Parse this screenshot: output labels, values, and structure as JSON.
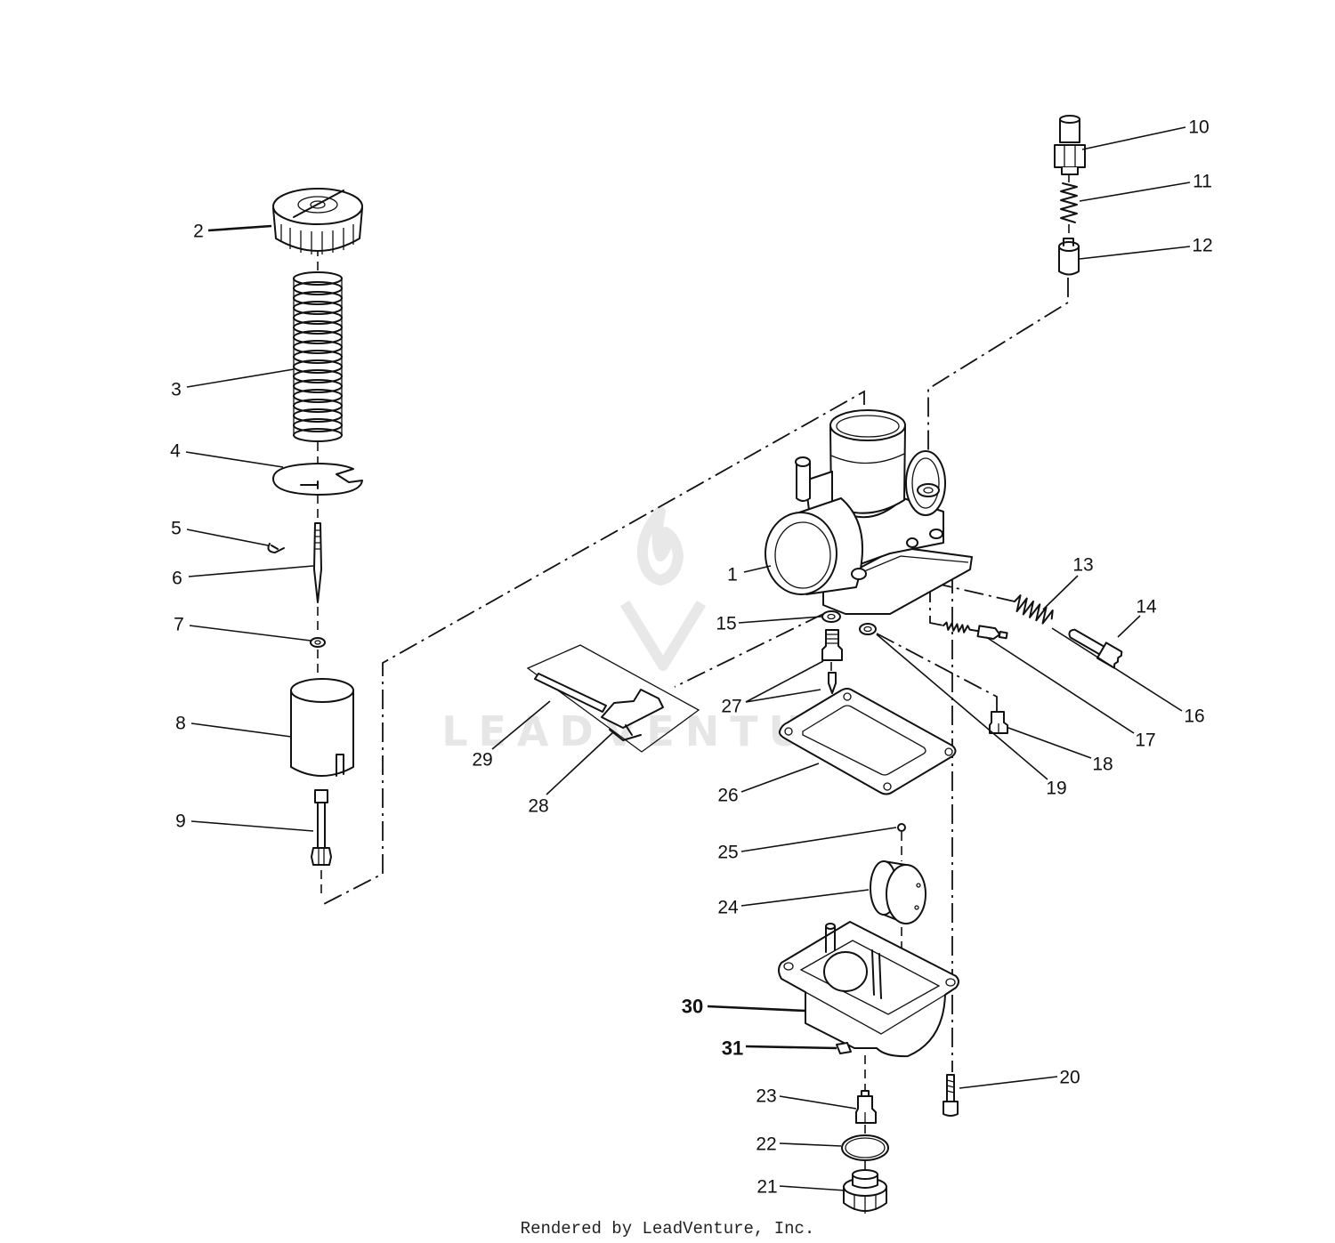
{
  "callouts": [
    "1",
    "2",
    "3",
    "4",
    "5",
    "6",
    "7",
    "8",
    "9",
    "10",
    "11",
    "12",
    "13",
    "14",
    "15",
    "16",
    "17",
    "18",
    "19",
    "20",
    "21",
    "22",
    "23",
    "24",
    "25",
    "26",
    "27",
    "28",
    "29",
    "30",
    "31"
  ],
  "watermark": {
    "text": "LEADVENTURE"
  },
  "footer": {
    "text": "Rendered by LeadVenture, Inc."
  }
}
